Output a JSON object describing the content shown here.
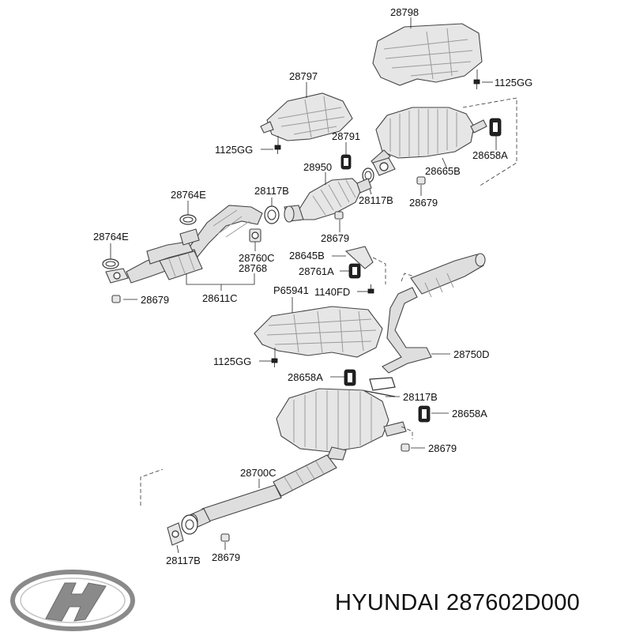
{
  "part_labels": {
    "p28798": "28798",
    "p1125gg_top": "1125GG",
    "p28797": "28797",
    "p1125gg_left": "1125GG",
    "p28791": "28791",
    "p28665b": "28665B",
    "p28658a_top": "28658A",
    "p28950": "28950",
    "p28117b_left": "28117B",
    "p28117b_mid": "28117B",
    "p28679_top": "28679",
    "p28764e_top": "28764E",
    "p28764e_left": "28764E",
    "p28679_mid": "28679",
    "p28760c": "28760C",
    "p28768": "28768",
    "p28645b": "28645B",
    "p28761a": "28761A",
    "p28679_left": "28679",
    "p28611c": "28611C",
    "pp65941": "P65941",
    "p1140fd": "1140FD",
    "p1125gg_mid": "1125GG",
    "p28750d": "28750D",
    "p28658a_mid": "28658A",
    "p28117b_right": "28117B",
    "p28658a_right": "28658A",
    "p28679_right": "28679",
    "p28700c": "28700C",
    "p28117b_bottom": "28117B",
    "p28679_bottom": "28679"
  },
  "brand_caption": "HYUNDAI 287602D000",
  "logo": {
    "icon": "hyundai-logo-icon",
    "color": "#8a8a8a"
  }
}
